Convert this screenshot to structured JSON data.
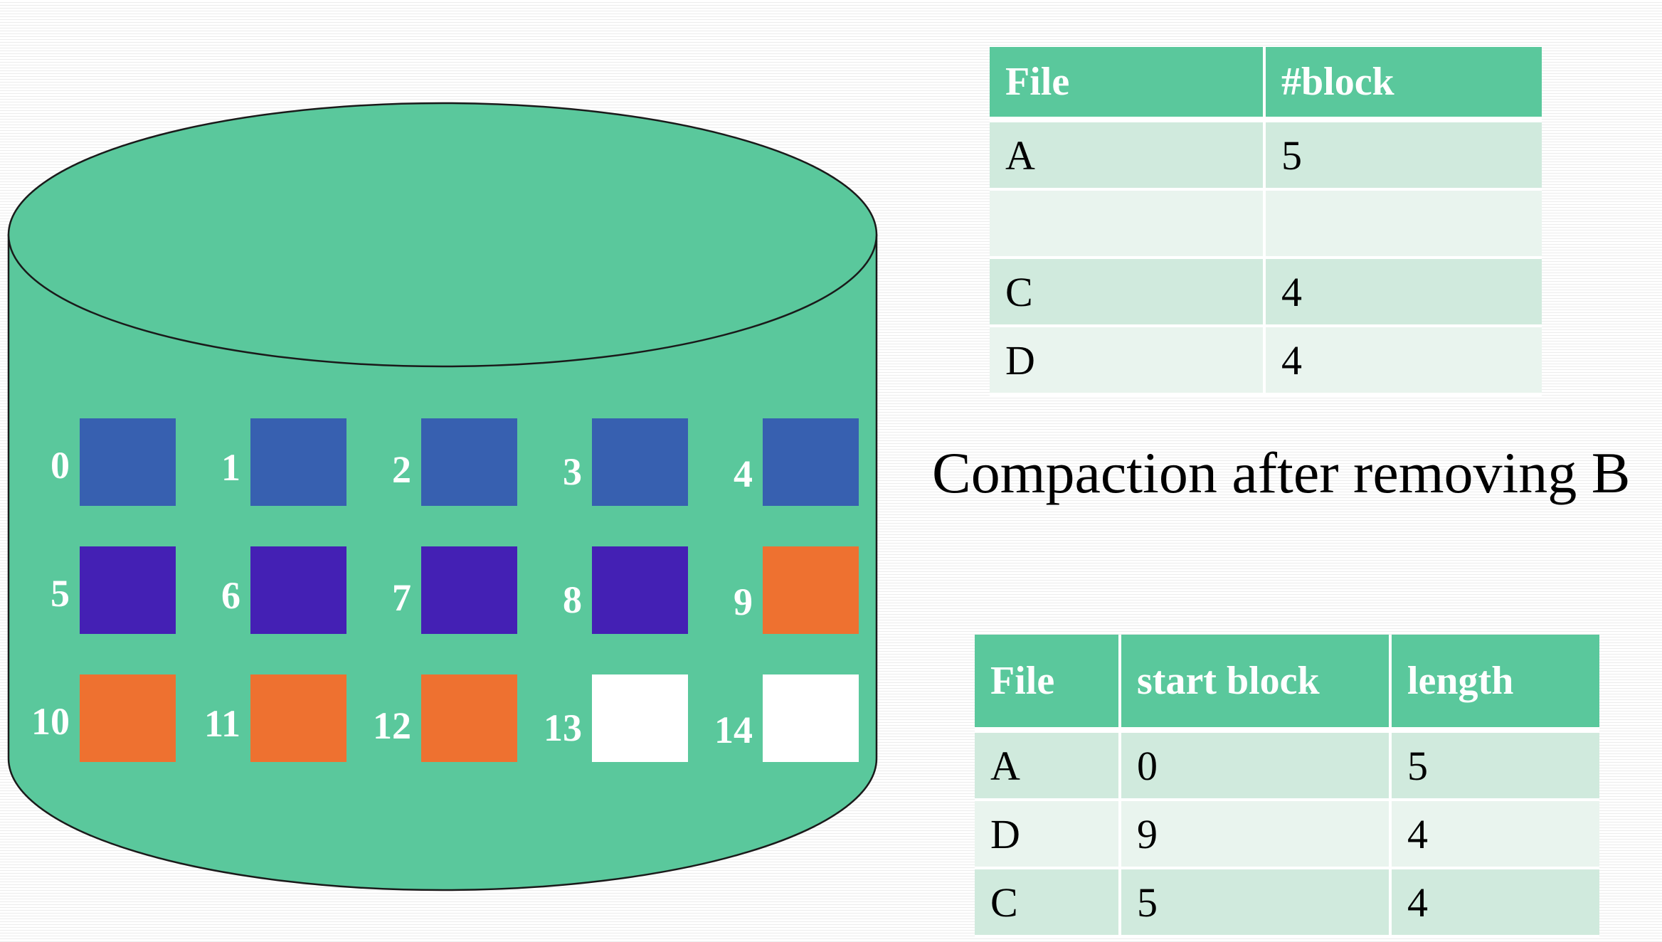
{
  "colors": {
    "disk_fill": "#5ac89c",
    "disk_outline": "#1a1a1a",
    "file_A": "#3760b0",
    "file_C": "#ee7130",
    "file_D": "#4420b4",
    "free": "#ffffff",
    "table_header": "#5ac89c",
    "table_row_odd": "#d0eadd",
    "table_row_even": "#e9f4ee"
  },
  "disk": {
    "blocks": [
      {
        "num": "0",
        "file": "A"
      },
      {
        "num": "1",
        "file": "A"
      },
      {
        "num": "2",
        "file": "A"
      },
      {
        "num": "3",
        "file": "A"
      },
      {
        "num": "4",
        "file": "A"
      },
      {
        "num": "5",
        "file": "D"
      },
      {
        "num": "6",
        "file": "D"
      },
      {
        "num": "7",
        "file": "D"
      },
      {
        "num": "8",
        "file": "D"
      },
      {
        "num": "9",
        "file": "C"
      },
      {
        "num": "10",
        "file": "C"
      },
      {
        "num": "11",
        "file": "C"
      },
      {
        "num": "12",
        "file": "C"
      },
      {
        "num": "13",
        "file": "free"
      },
      {
        "num": "14",
        "file": "free"
      }
    ]
  },
  "table_top": {
    "headers": [
      "File",
      "#block"
    ],
    "rows": [
      [
        "A",
        "5"
      ],
      [
        "",
        ""
      ],
      [
        "C",
        "4"
      ],
      [
        "D",
        "4"
      ]
    ]
  },
  "caption": "Compaction after removing B",
  "table_bottom": {
    "headers": [
      "File",
      "start block",
      "length"
    ],
    "rows": [
      [
        "A",
        "0",
        "5"
      ],
      [
        "D",
        "9",
        "4"
      ],
      [
        "C",
        "5",
        "4"
      ]
    ]
  }
}
